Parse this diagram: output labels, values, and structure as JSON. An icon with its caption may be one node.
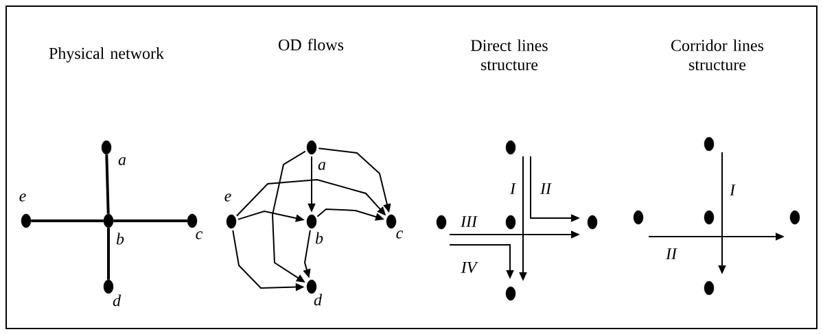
{
  "diagram": {
    "nodes": [
      {
        "text": [],
        "shape": "circle",
        "beside": [
          "a"
        ]
      },
      {
        "text": [],
        "shape": "circle",
        "beside": [
          "b"
        ]
      },
      {
        "text": [],
        "shape": "circle",
        "beside": [
          "c"
        ]
      },
      {
        "text": [],
        "shape": "circle",
        "beside": [
          "d"
        ]
      },
      {
        "text": [],
        "shape": "circle",
        "beside": [
          "e"
        ]
      },
      {
        "text": [],
        "shape": "circle",
        "beside": [
          "a"
        ]
      },
      {
        "text": [],
        "shape": "circle",
        "beside": [
          "b"
        ]
      },
      {
        "text": [],
        "shape": "circle",
        "beside": [
          "c"
        ]
      },
      {
        "text": [],
        "shape": "circle",
        "beside": [
          "d"
        ]
      },
      {
        "text": [],
        "shape": "circle",
        "beside": [
          "e"
        ]
      },
      {
        "text": [],
        "shape": "circle"
      },
      {
        "text": [],
        "shape": "circle"
      },
      {
        "text": [],
        "shape": "circle"
      },
      {
        "text": [],
        "shape": "circle"
      },
      {
        "text": [],
        "shape": "circle"
      },
      {
        "text": [],
        "shape": "circle"
      },
      {
        "text": [],
        "shape": "circle"
      },
      {
        "text": [],
        "shape": "circle"
      },
      {
        "text": [],
        "shape": "circle"
      },
      {
        "text": [],
        "shape": "circle"
      }
    ],
    "edges": [
      {
        "from": 0,
        "to": 1,
        "arrow": "none",
        "style": "thick"
      },
      {
        "from": 1,
        "to": 2,
        "arrow": "none",
        "style": "thick"
      },
      {
        "from": 1,
        "to": 3,
        "arrow": "none",
        "style": "thick"
      },
      {
        "from": 4,
        "to": 1,
        "arrow": "none",
        "style": "thick"
      },
      {
        "from": 5,
        "to": 6,
        "arrow": "to"
      },
      {
        "from": 5,
        "to": 7,
        "arrow": "to"
      },
      {
        "from": 5,
        "to": 8,
        "arrow": "to"
      },
      {
        "from": 9,
        "to": 6,
        "arrow": "to"
      },
      {
        "from": 9,
        "to": 7,
        "arrow": "to"
      },
      {
        "from": 9,
        "to": 8,
        "arrow": "to"
      },
      {
        "from": 6,
        "to": 7,
        "arrow": "to"
      },
      {
        "from": 6,
        "to": 8,
        "arrow": "to"
      },
      {
        "from": 10,
        "to": 14,
        "arrow": "to",
        "label": "I"
      },
      {
        "from": 10,
        "to": 13,
        "arrow": "to",
        "label": "II"
      },
      {
        "from": 11,
        "to": 13,
        "arrow": "to",
        "label": "III"
      },
      {
        "from": 11,
        "to": 14,
        "arrow": "to",
        "label": "IV"
      },
      {
        "from": 15,
        "to": 19,
        "arrow": "to",
        "label": "I"
      },
      {
        "from": 16,
        "to": 18,
        "arrow": "to",
        "label": "II"
      }
    ],
    "labels": [
      "Physical network",
      "OD flows",
      "Direct lines structure",
      "Corridor lines structure"
    ]
  }
}
